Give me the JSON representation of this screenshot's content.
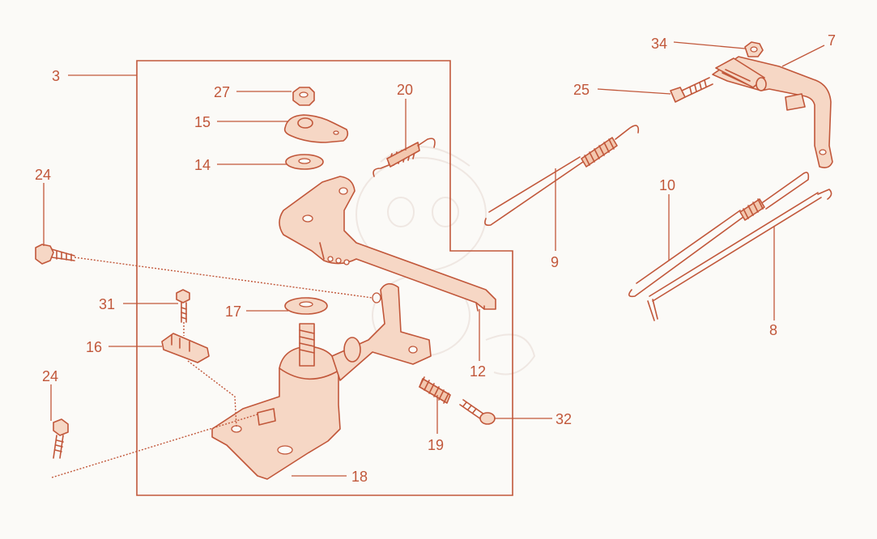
{
  "diagram": {
    "title": "",
    "accent_color": "#c1573a",
    "fill_color": "#f6d7c5",
    "background_color": "#fbfaf7",
    "callouts": [
      {
        "id": "c3",
        "label": "3"
      },
      {
        "id": "c27",
        "label": "27"
      },
      {
        "id": "c15",
        "label": "15"
      },
      {
        "id": "c14",
        "label": "14"
      },
      {
        "id": "c20",
        "label": "20"
      },
      {
        "id": "c24a",
        "label": "24"
      },
      {
        "id": "c31",
        "label": "31"
      },
      {
        "id": "c17",
        "label": "17"
      },
      {
        "id": "c16",
        "label": "16"
      },
      {
        "id": "c24b",
        "label": "24"
      },
      {
        "id": "c12",
        "label": "12"
      },
      {
        "id": "c19",
        "label": "19"
      },
      {
        "id": "c32",
        "label": "32"
      },
      {
        "id": "c18",
        "label": "18"
      },
      {
        "id": "c9",
        "label": "9"
      },
      {
        "id": "c25",
        "label": "25"
      },
      {
        "id": "c34",
        "label": "34"
      },
      {
        "id": "c7",
        "label": "7"
      },
      {
        "id": "c10",
        "label": "10"
      },
      {
        "id": "c8",
        "label": "8"
      }
    ]
  }
}
